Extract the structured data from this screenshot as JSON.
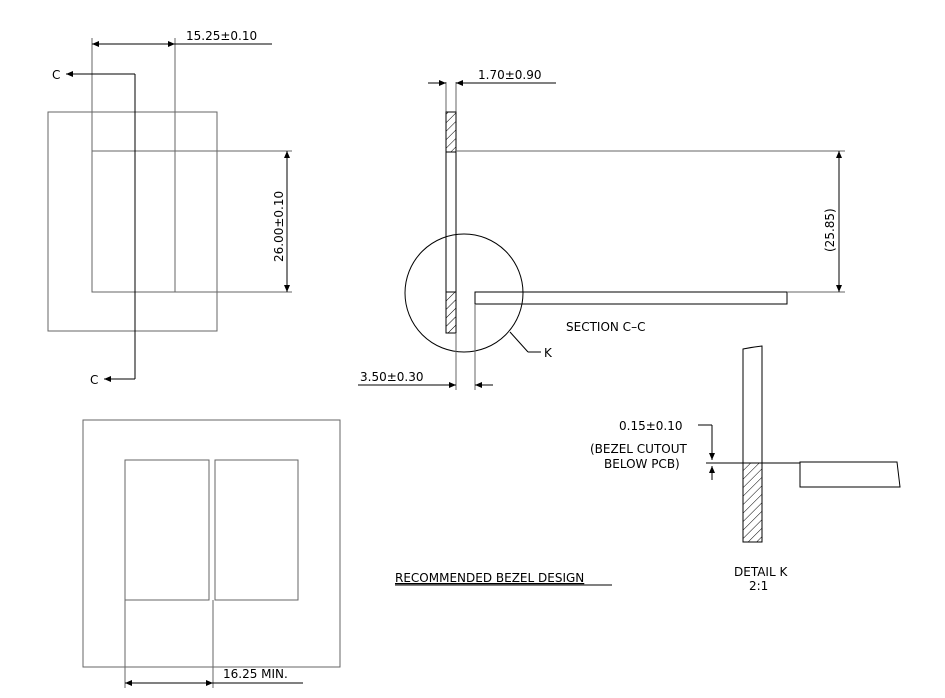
{
  "labels": {
    "dim_top_width": "15.25±0.10",
    "section_mark_top": "C",
    "section_mark_bottom": "C",
    "dim_height": "26.00±0.10",
    "dim_thickness": "1.70±0.90",
    "dim_ref_height": "(25.85)",
    "section_title": "SECTION C–C",
    "detail_callout": "K",
    "dim_offset": "3.50±0.30",
    "dim_cutout": "0.15±0.10",
    "cutout_note_1": "(BEZEL CUTOUT",
    "cutout_note_2": "BELOW PCB)",
    "detail_title": "DETAIL K",
    "detail_scale": "2:1",
    "bezel_title": "RECOMMENDED BEZEL DESIGN",
    "dim_min_width": "16.25 MIN."
  }
}
